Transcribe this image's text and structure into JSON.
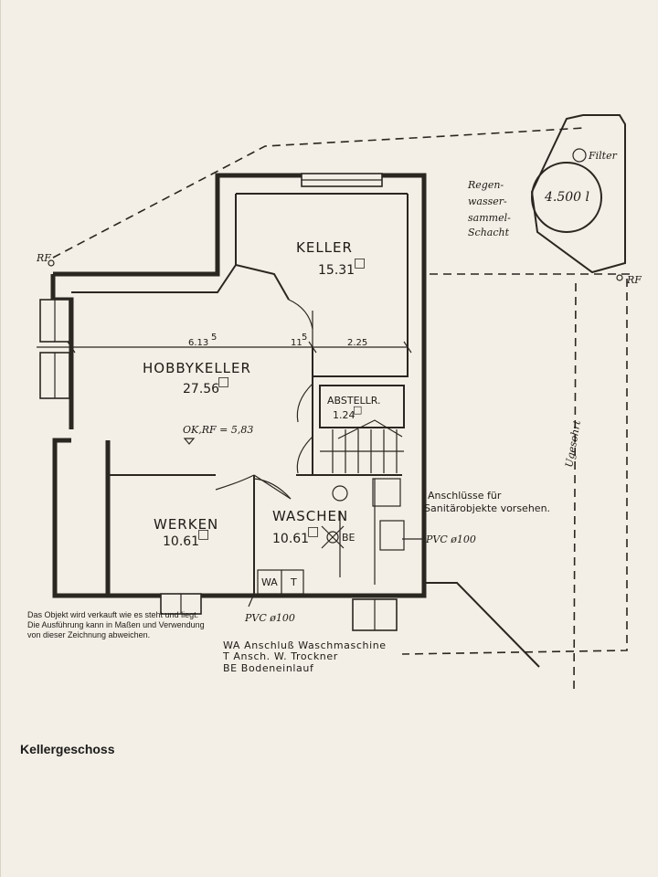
{
  "rooms": {
    "keller": {
      "name": "KELLER",
      "area": "15.31",
      "unit": "□"
    },
    "hobbykeller": {
      "name": "HOBBYKELLER",
      "area": "27.56",
      "unit": "□"
    },
    "abstell": {
      "name": "ABSTELLR.",
      "area": "1.24",
      "unit": "□"
    },
    "werken": {
      "name": "WERKEN",
      "area": "10.61",
      "unit": "□"
    },
    "waschen": {
      "name": "WASCHEN",
      "area": "10.61",
      "unit": "□"
    }
  },
  "dimensions": {
    "left": "6.13",
    "left_sup": "5",
    "middle": "11",
    "middle_sup": "5",
    "right": "2.25"
  },
  "level_note": "OK,RF = 5,83",
  "symbols": {
    "be": "BE",
    "wa": "WA",
    "t": "T",
    "rf": "RF"
  },
  "tank": {
    "filter": "Filter",
    "volume": "4.500 l",
    "label_lines": [
      "Regen-",
      "wasser-",
      "sammel-",
      "Schacht"
    ]
  },
  "pipes": {
    "pvc_right": "PVC ø100",
    "pvc_bottom": "PVC ø100"
  },
  "drainage": "Ugesohrt",
  "installation_note": [
    "Anschlüsse für",
    "Sanitärobjekte vorsehen."
  ],
  "legend": [
    "WA  Anschluß Waschmaschine",
    "T    Ansch. W. Trockner",
    "BE  Bodeneinlauf"
  ],
  "disclaimer": [
    "Das Objekt wird verkauft wie es steht und liegt.",
    "Die Ausführung kann in Maßen und Verwendung",
    "von dieser Zeichnung abweichen."
  ],
  "caption": "Kellergeschoss"
}
